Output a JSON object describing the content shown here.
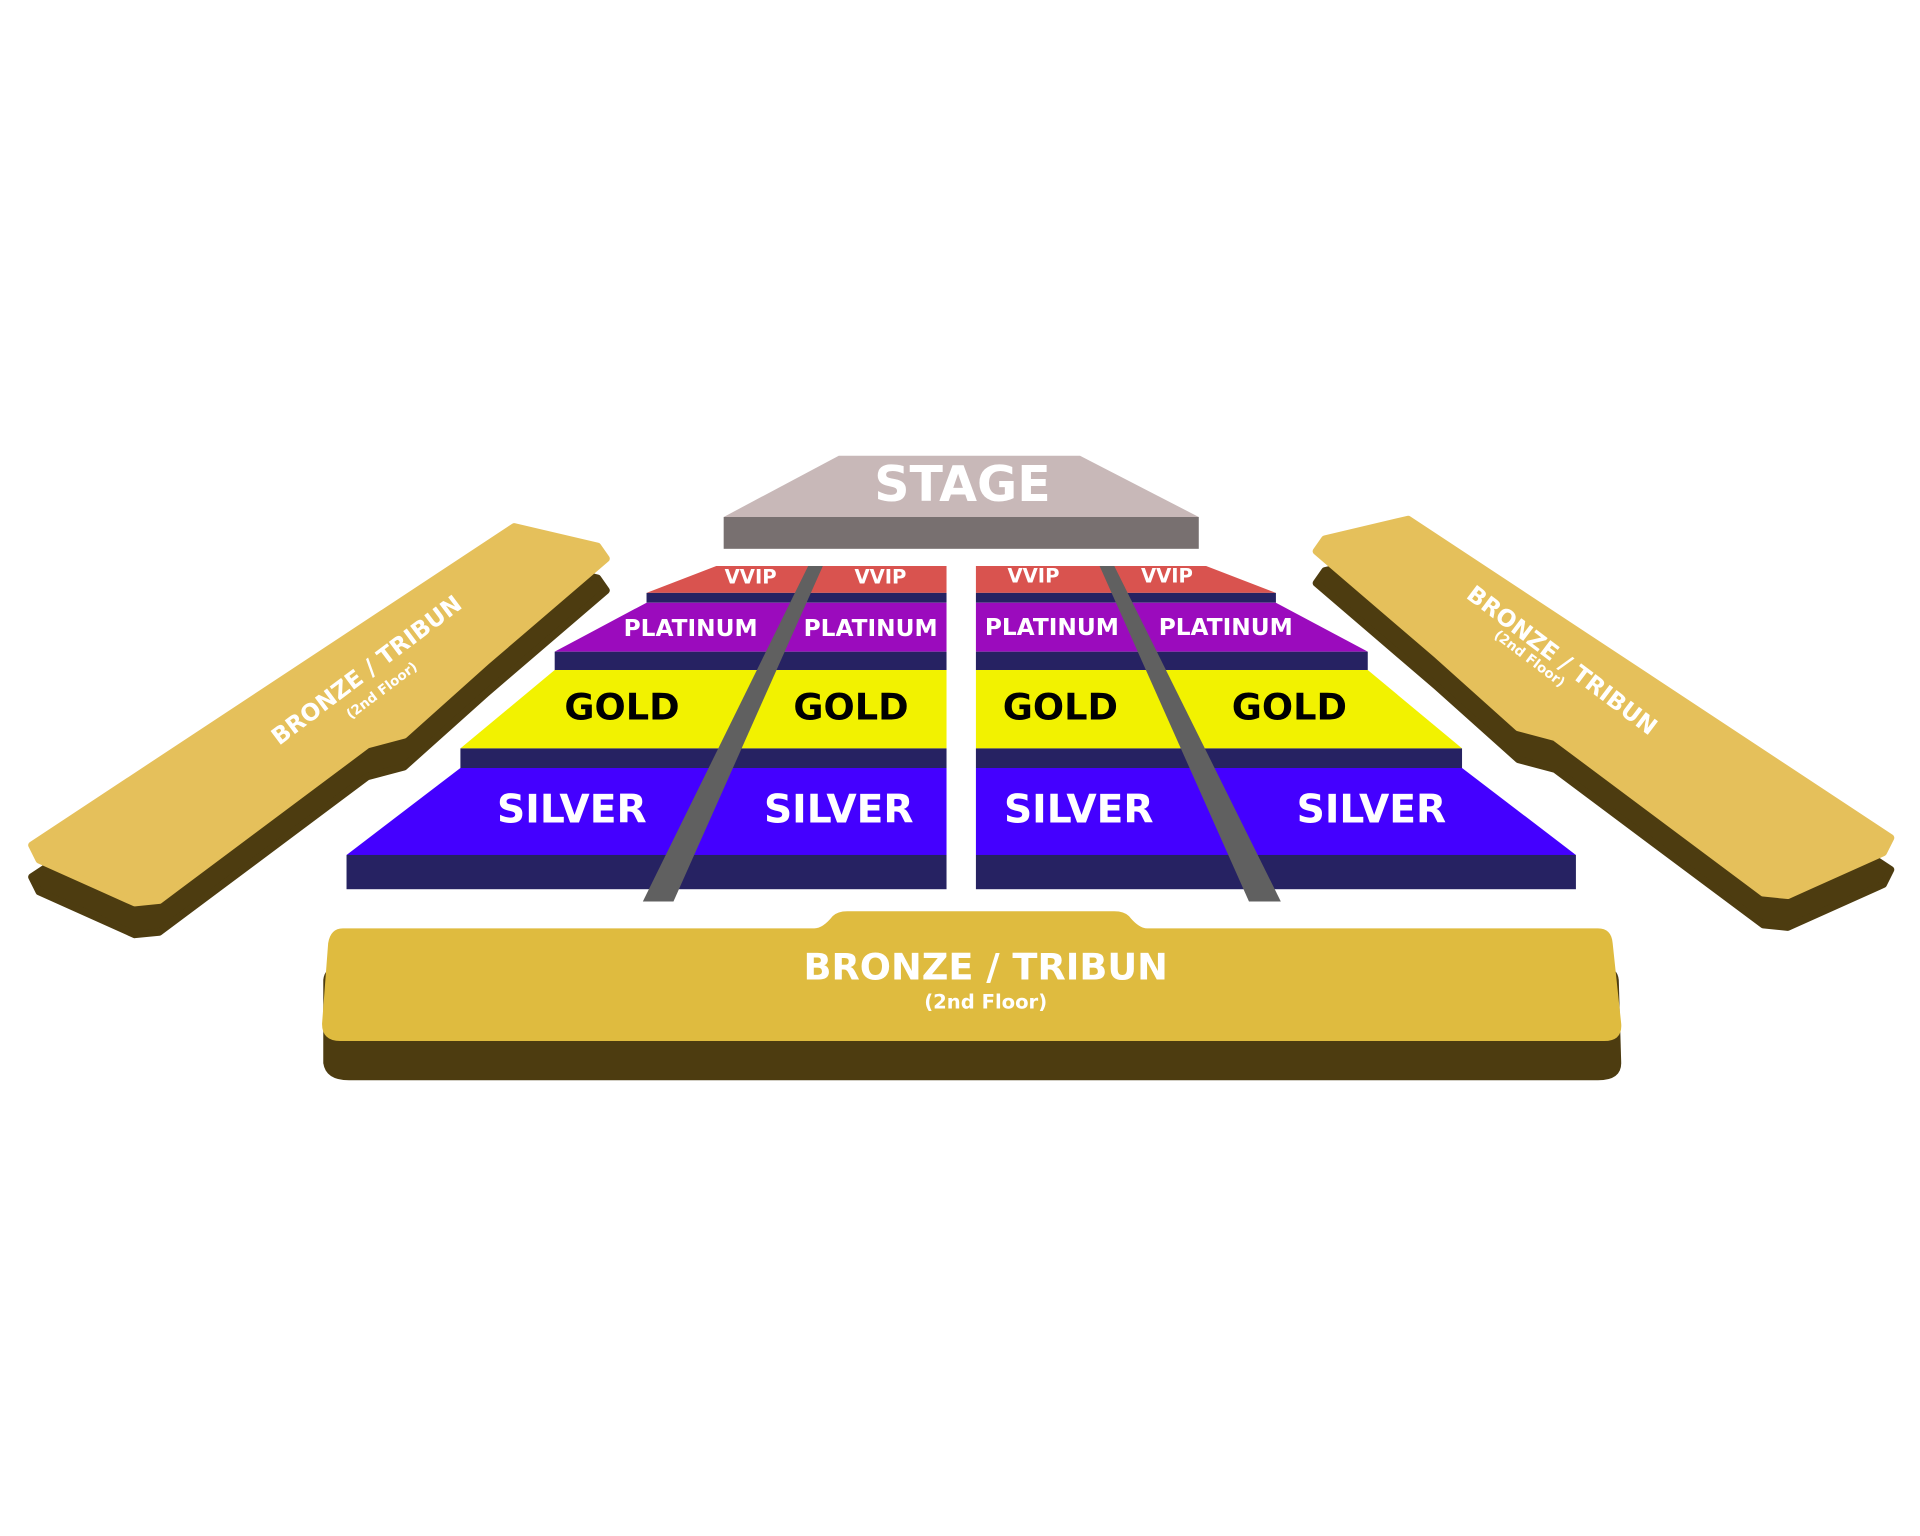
{
  "title": "Seating plan",
  "stage": {
    "label": "STAGE"
  },
  "sections": {
    "vvip": {
      "label": "VVIP",
      "color": "#d9534f"
    },
    "platinum": {
      "label": "PLATINUM",
      "color": "#9b0bbd"
    },
    "gold": {
      "label": "GOLD",
      "color": "#f2f200"
    },
    "silver": {
      "label": "SILVER",
      "color": "#4400ff"
    }
  },
  "bronze": {
    "label": "BRONZE / TRIBUN",
    "sublabel": "(2nd Floor)",
    "color": "#dfbb3f"
  },
  "colors": {
    "base": "#262262",
    "aisle": "#606060",
    "stage_top": "#c8b8b8",
    "stage_side": "#787070",
    "bronze_side": "#4d3c10"
  }
}
